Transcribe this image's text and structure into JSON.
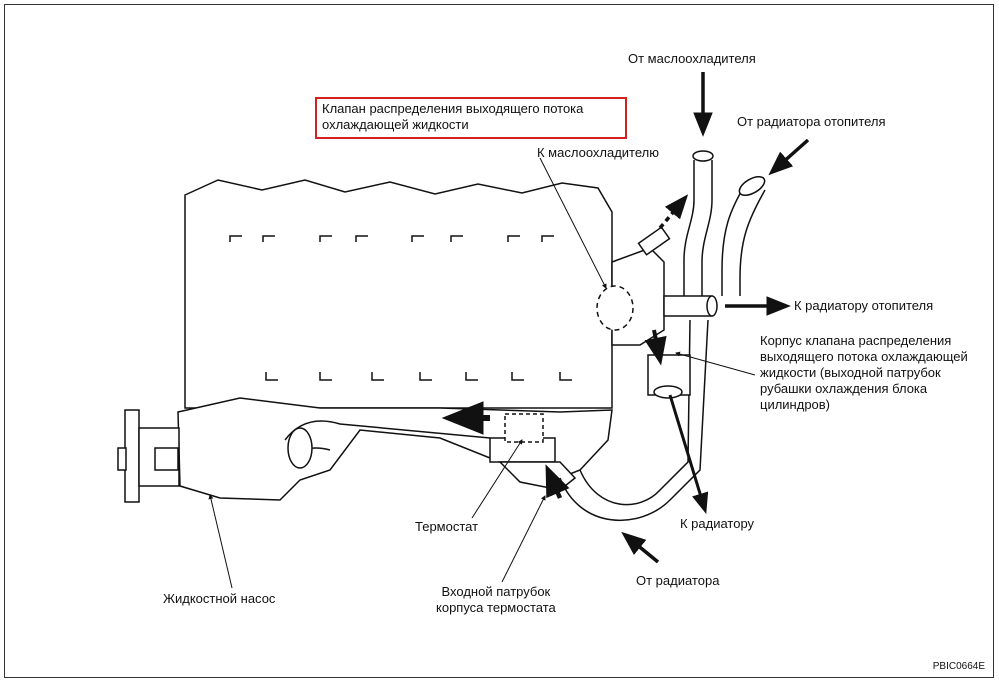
{
  "labels": {
    "valve_highlight_line1": "Клапан распределения выходящего потока",
    "valve_highlight_line2": "охлаждающей жидкости",
    "from_oil_cooler": "От маслоохладителя",
    "from_heater_radiator": "От радиатора отопителя",
    "to_oil_cooler": "К маслоохладителю",
    "to_heater_radiator": "К радиатору отопителя",
    "valve_housing_1": "Корпус клапана распределения",
    "valve_housing_2": "выходящего потока охлаждающей",
    "valve_housing_3": "жидкости (выходной патрубок",
    "valve_housing_4": "рубашки охлаждения блока",
    "valve_housing_5": "цилиндров)",
    "to_radiator": "К радиатору",
    "thermostat": "Термостат",
    "from_radiator": "От радиатора",
    "thermostat_inlet_1": "Входной патрубок",
    "thermostat_inlet_2": "корпуса термостата",
    "water_pump": "Жидкостной насос"
  },
  "figure_code": "PBIC0664E",
  "colors": {
    "highlight_border": "#d32020",
    "line": "#111111"
  }
}
